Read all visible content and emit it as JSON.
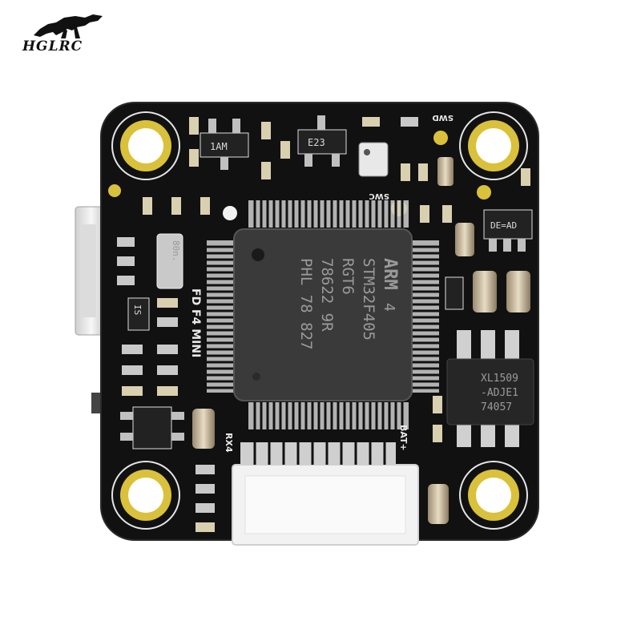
{
  "brand": {
    "logo_text": "HGLRC",
    "mascot_icon": "raptor-icon"
  },
  "board": {
    "name_silk": "FD F4 MINI",
    "silk_rx": "RX4",
    "silk_bat": "BAT+",
    "silk_swc": "SWC",
    "silk_swd": "SWD"
  },
  "mcu": {
    "brand": "ARM",
    "brand_suffix": "4",
    "lines": [
      "STM32F405",
      "RGT6",
      "78622 9R",
      "PHL 78 827"
    ]
  },
  "regulator": {
    "lines": [
      "XL1509",
      "-ADJE1",
      "74057"
    ]
  },
  "components": {
    "chip_1am": "1AM",
    "chip_e23": "E23",
    "crystal": "80n.",
    "chip_de": "DE=AD",
    "chip_side": "IS"
  },
  "colors": {
    "pcb": "#111111",
    "pad_gold": "#d9c13c",
    "mcu_body": "#3a3a3a",
    "connector": "#f2f2f2"
  }
}
